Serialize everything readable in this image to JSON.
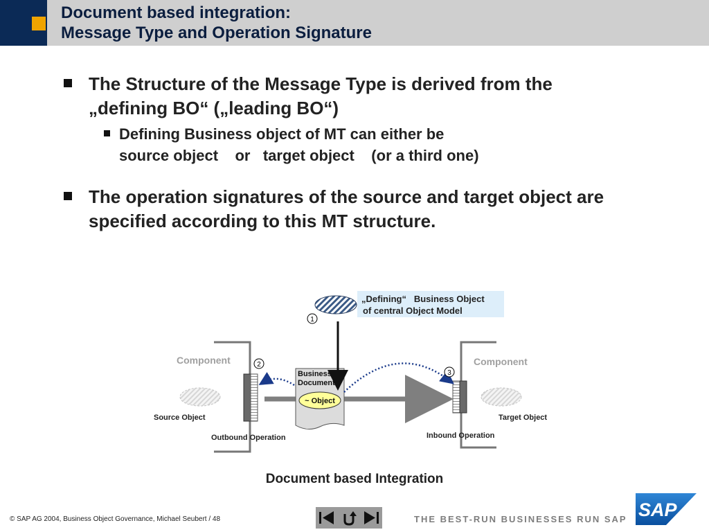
{
  "title": {
    "line1": "Document based integration:",
    "line2": "Message Type and Operation Signature"
  },
  "bullets": [
    "The Structure of the Message Type is derived from the „defining BO“ („leading BO“)",
    "Defining Business object of MT can either be\nsource object    or   target object    (or a third one)",
    "The operation signatures of the source and target object are specified according to this MT structure."
  ],
  "diagram": {
    "defining_bo_line1": "„Defining“   Business Object",
    "defining_bo_line2": "of central Object Model",
    "marker1": "1",
    "marker2": "2",
    "marker3": "3",
    "component_left": "Component",
    "component_right": "Component",
    "business_doc_line1": "Business",
    "business_doc_line2": "Document",
    "object_label": "~ Object",
    "source_object": "Source Object",
    "target_object": "Target Object",
    "outbound_operation": "Outbound Operation",
    "inbound_operation": "Inbound Operation",
    "caption": "Document based Integration"
  },
  "footer": {
    "copyright": "©  SAP AG 2004, Business Object Governance, Michael Seubert / 48",
    "slogan": "THE BEST-RUN BUSINESSES RUN SAP",
    "logo_text": "SAP",
    "nav": [
      "prev-icon",
      "return-icon",
      "next-icon"
    ]
  },
  "colors": {
    "header_bg": "#cfcfcf",
    "header_block": "#0b2a56",
    "header_accent": "#f0a400",
    "title_text": "#0b1e3f",
    "sap_blue": "#0a5fb4",
    "object_yellow": "#ffff99",
    "dotted_arrow": "#1a3a8a"
  }
}
